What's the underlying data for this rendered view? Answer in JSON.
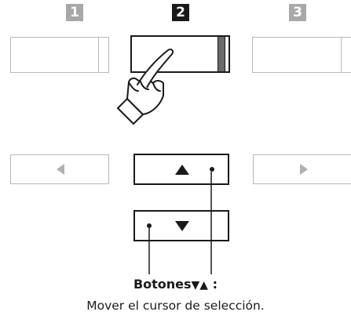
{
  "badges": [
    "1",
    "2",
    "3"
  ],
  "caption": {
    "title": "Botones",
    "symbols": "▼▲",
    "colon": " :",
    "description": "Mover el cursor de selección."
  },
  "colors": {
    "dark": "#1a1a1a",
    "inactive_gray": "#a8a8a8",
    "border_gray": "#b8b8b8",
    "led_on": "#6a6a6a"
  },
  "icons": {
    "hand": "pointing-hand-icon",
    "left": "triangle-left-icon",
    "right": "triangle-right-icon",
    "up": "triangle-up-icon",
    "down": "triangle-down-icon"
  }
}
